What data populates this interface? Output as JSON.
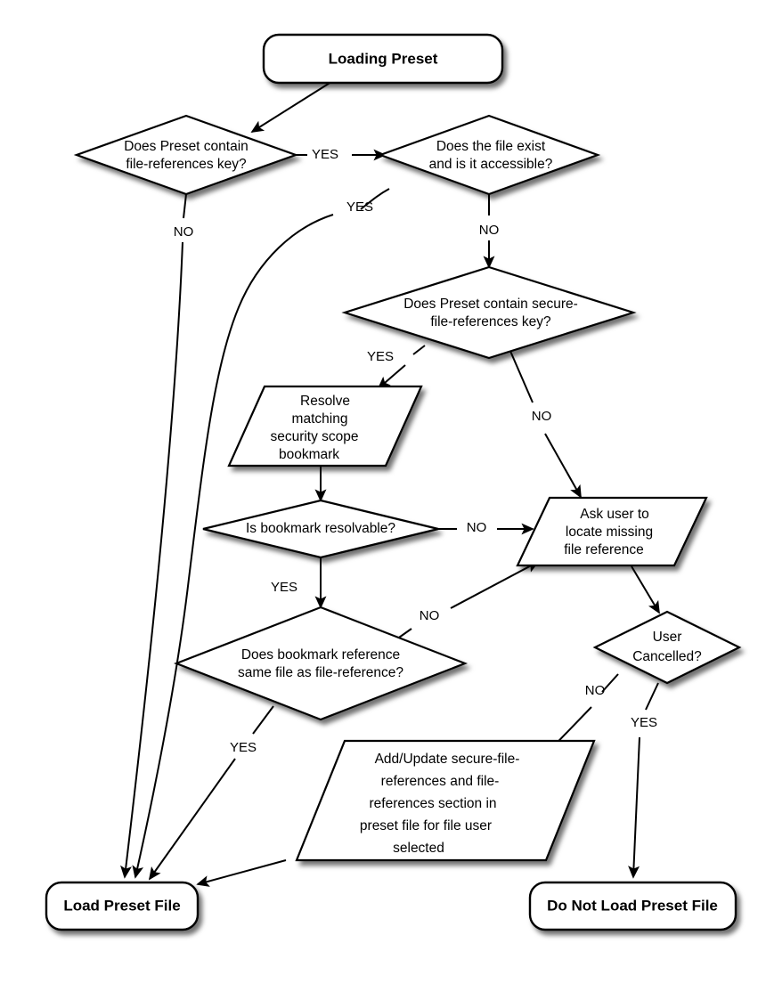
{
  "diagram": {
    "title": "Loading Preset",
    "type": "flowchart",
    "background_color": "#ffffff",
    "stroke_color": "#000000",
    "fill_color": "#ffffff",
    "nodes": [
      {
        "id": "start",
        "shape": "terminator",
        "lines": [
          "Loading Preset"
        ]
      },
      {
        "id": "has_fileref",
        "shape": "decision",
        "lines": [
          "Does Preset contain",
          "file-references key?"
        ]
      },
      {
        "id": "file_exists",
        "shape": "decision",
        "lines": [
          "Does the file exist",
          "and is it accessible?"
        ]
      },
      {
        "id": "has_securefr",
        "shape": "decision",
        "lines": [
          "Does Preset contain secure-",
          "file-references key?"
        ]
      },
      {
        "id": "resolve_bm",
        "shape": "parallelogram",
        "lines": [
          "Resolve",
          "matching",
          "security scope",
          "bookmark"
        ]
      },
      {
        "id": "bm_resolvable",
        "shape": "decision",
        "lines": [
          "Is bookmark resolvable?"
        ]
      },
      {
        "id": "ask_user",
        "shape": "parallelogram",
        "lines": [
          "Ask user to",
          "locate missing",
          "file reference"
        ]
      },
      {
        "id": "bm_same_file",
        "shape": "decision",
        "lines": [
          "Does bookmark reference",
          "same file as file-reference?"
        ]
      },
      {
        "id": "user_cancel",
        "shape": "decision",
        "lines": [
          "User",
          "Cancelled?"
        ]
      },
      {
        "id": "add_update",
        "shape": "parallelogram",
        "lines": [
          "Add/Update secure-file-",
          "references and file-",
          "references section in",
          "preset file for file user",
          "selected"
        ]
      },
      {
        "id": "load",
        "shape": "terminator",
        "lines": [
          "Load Preset File"
        ]
      },
      {
        "id": "no_load",
        "shape": "terminator",
        "lines": [
          "Do Not Load Preset File"
        ]
      }
    ],
    "edges": [
      {
        "from": "start",
        "to": "has_fileref",
        "label": ""
      },
      {
        "from": "has_fileref",
        "to": "file_exists",
        "label": "YES"
      },
      {
        "from": "has_fileref",
        "to": "load",
        "label": "NO"
      },
      {
        "from": "file_exists",
        "to": "load",
        "label": "YES"
      },
      {
        "from": "file_exists",
        "to": "has_securefr",
        "label": "NO"
      },
      {
        "from": "has_securefr",
        "to": "resolve_bm",
        "label": "YES"
      },
      {
        "from": "has_securefr",
        "to": "ask_user",
        "label": "NO"
      },
      {
        "from": "resolve_bm",
        "to": "bm_resolvable",
        "label": ""
      },
      {
        "from": "bm_resolvable",
        "to": "ask_user",
        "label": "NO"
      },
      {
        "from": "bm_resolvable",
        "to": "bm_same_file",
        "label": "YES"
      },
      {
        "from": "bm_same_file",
        "to": "ask_user",
        "label": "NO"
      },
      {
        "from": "bm_same_file",
        "to": "load",
        "label": "YES"
      },
      {
        "from": "ask_user",
        "to": "user_cancel",
        "label": ""
      },
      {
        "from": "user_cancel",
        "to": "add_update",
        "label": "NO"
      },
      {
        "from": "user_cancel",
        "to": "no_load",
        "label": "YES"
      },
      {
        "from": "add_update",
        "to": "load",
        "label": ""
      }
    ],
    "edge_labels": {
      "yes": "YES",
      "no": "NO"
    }
  }
}
